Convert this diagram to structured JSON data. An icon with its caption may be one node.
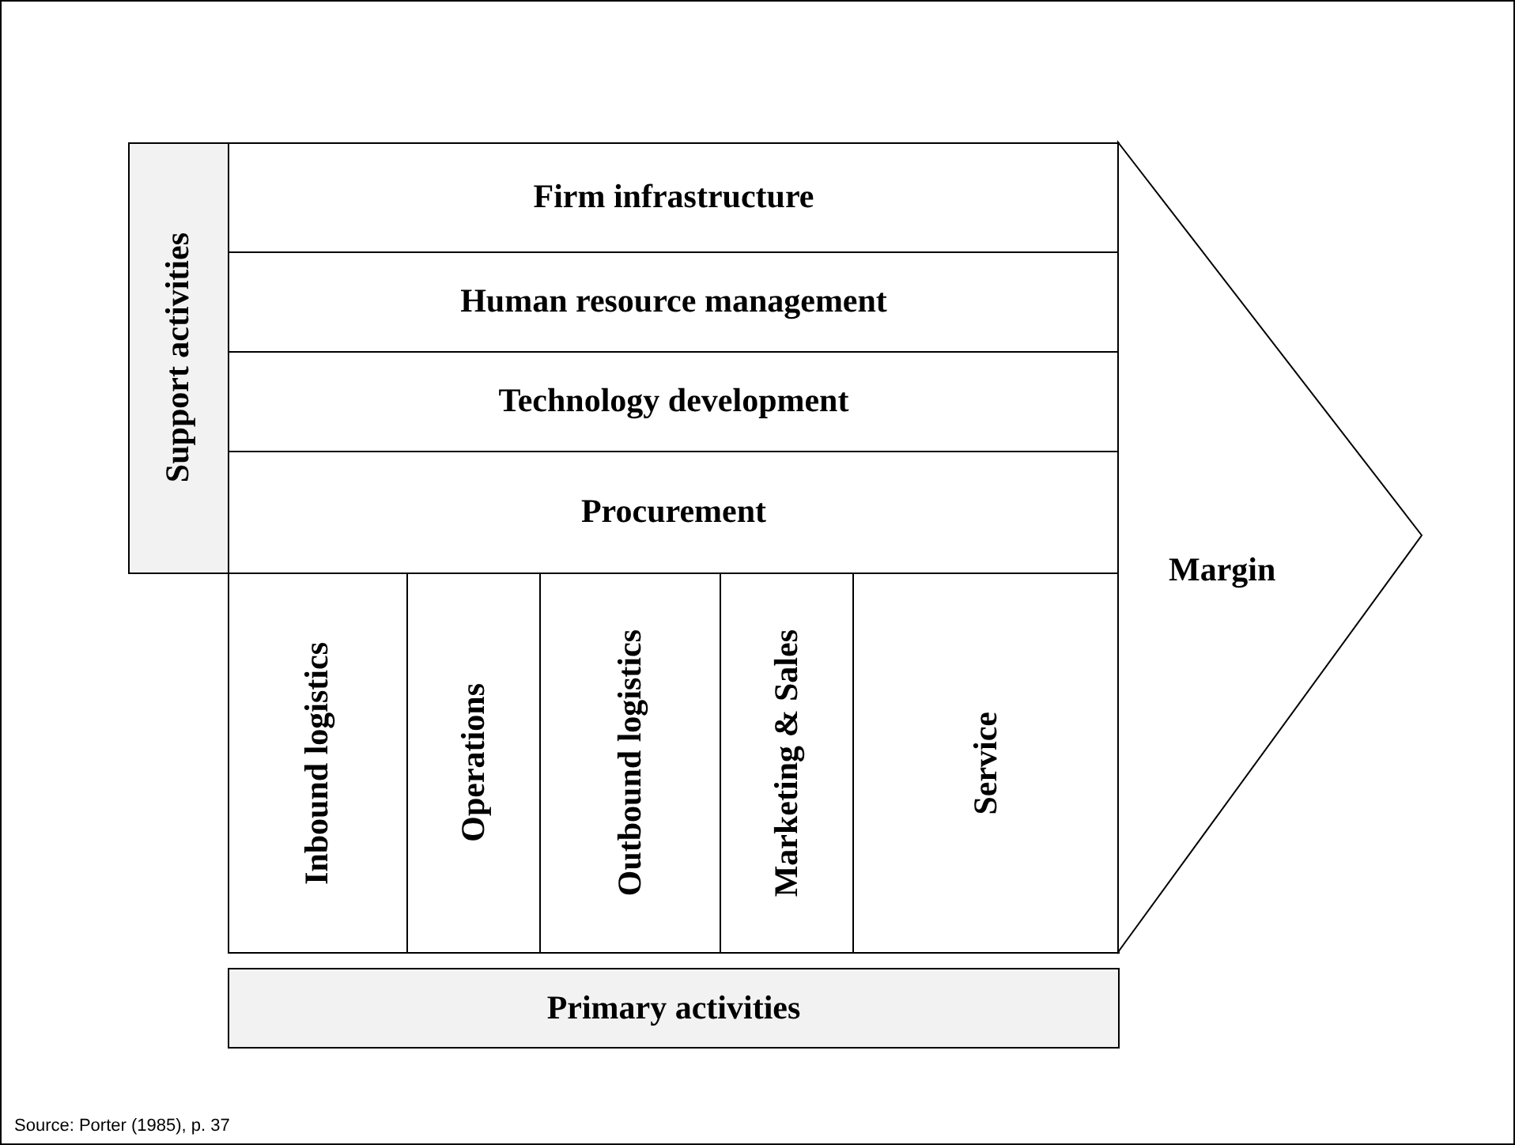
{
  "diagram": {
    "caption": "Source: Porter (1985),  p. 37",
    "nodes": [
      {
        "text": [
          "Support activities"
        ]
      },
      {
        "text": [
          "Firm infrastructure"
        ]
      },
      {
        "text": [
          "Human resource management"
        ]
      },
      {
        "text": [
          "Technology development"
        ]
      },
      {
        "text": [
          "Procurement"
        ]
      },
      {
        "text": [
          "Inbound logistics"
        ]
      },
      {
        "text": [
          "Operations"
        ]
      },
      {
        "text": [
          "Outbound logistics"
        ]
      },
      {
        "text": [
          "Marketing & Sales"
        ]
      },
      {
        "text": [
          "Service"
        ]
      },
      {
        "text": [
          "Margin"
        ]
      },
      {
        "text": [
          "Primary activities"
        ]
      }
    ]
  }
}
